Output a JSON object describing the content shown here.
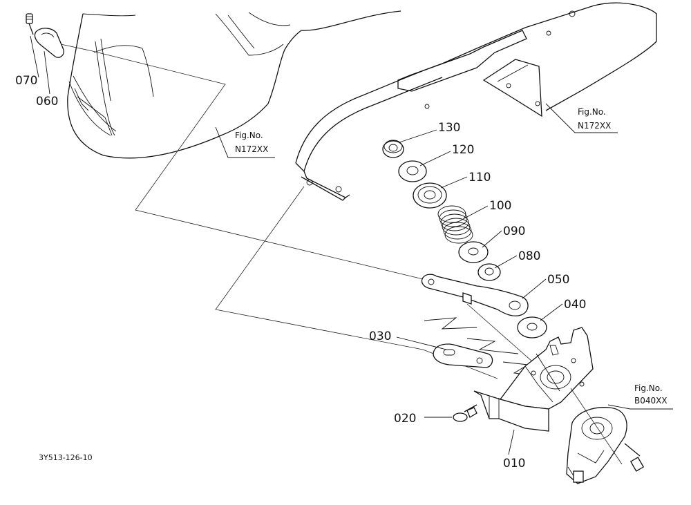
{
  "parts": [
    {
      "label": "070"
    },
    {
      "label": "060"
    },
    {
      "label": "130"
    },
    {
      "label": "120"
    },
    {
      "label": "110"
    },
    {
      "label": "100"
    },
    {
      "label": "090"
    },
    {
      "label": "080"
    },
    {
      "label": "050"
    },
    {
      "label": "040"
    },
    {
      "label": "030"
    },
    {
      "label": "020"
    },
    {
      "label": "010"
    }
  ],
  "fig_refs": [
    {
      "line1": "Fig.No.",
      "line2": "N172XX"
    },
    {
      "line1": "Fig.No.",
      "line2": "N172XX"
    },
    {
      "line1": "Fig.No.",
      "line2": "B040XX"
    }
  ],
  "drawing_code": "3Y513-126-10"
}
